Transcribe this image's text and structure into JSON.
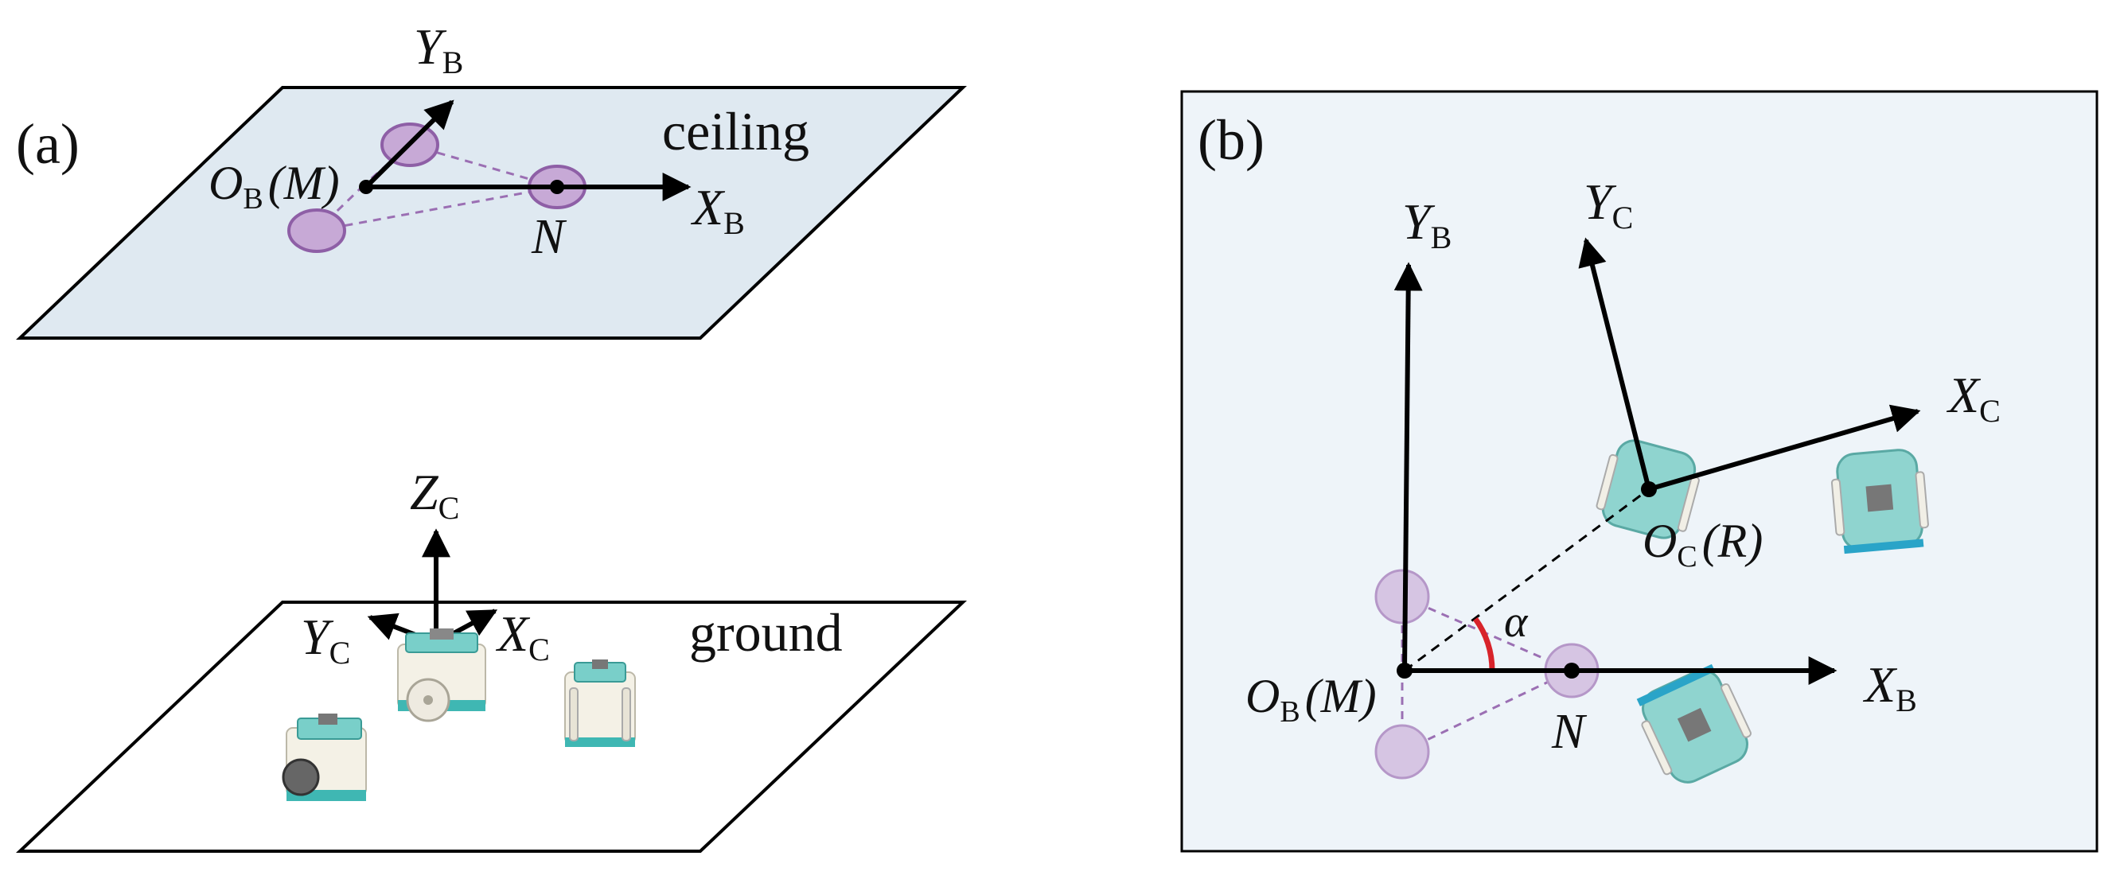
{
  "panel_a": {
    "tag": "(a)",
    "ceiling": {
      "label": "ceiling",
      "origin_label": "O",
      "origin_sub": "B",
      "origin_paren": "(M)",
      "x_axis": "X",
      "x_sub": "B",
      "y_axis": "Y",
      "y_sub": "B",
      "n_label": "N"
    },
    "ground": {
      "label": "ground",
      "z_axis": "Z",
      "z_sub": "C",
      "y_axis": "Y",
      "y_sub": "C",
      "x_axis": "X",
      "x_sub": "C"
    }
  },
  "panel_b": {
    "tag": "(b)",
    "yb": "Y",
    "yb_sub": "B",
    "xb": "X",
    "xb_sub": "B",
    "yc": "Y",
    "yc_sub": "C",
    "xc": "X",
    "xc_sub": "C",
    "oc": "O",
    "oc_sub": "C",
    "oc_paren": "(R)",
    "ob": "O",
    "ob_sub": "B",
    "ob_paren": "(M)",
    "n_label": "N",
    "angle": "α"
  },
  "colors": {
    "plane_fill": "#dfe9f1",
    "panel_b_bg": "#eef4f9",
    "marker_fill": "#c7a9d6",
    "marker_stroke": "#8e5fa6",
    "angle_arc": "#d8232a",
    "robot_teal": "#3fb7b3"
  }
}
